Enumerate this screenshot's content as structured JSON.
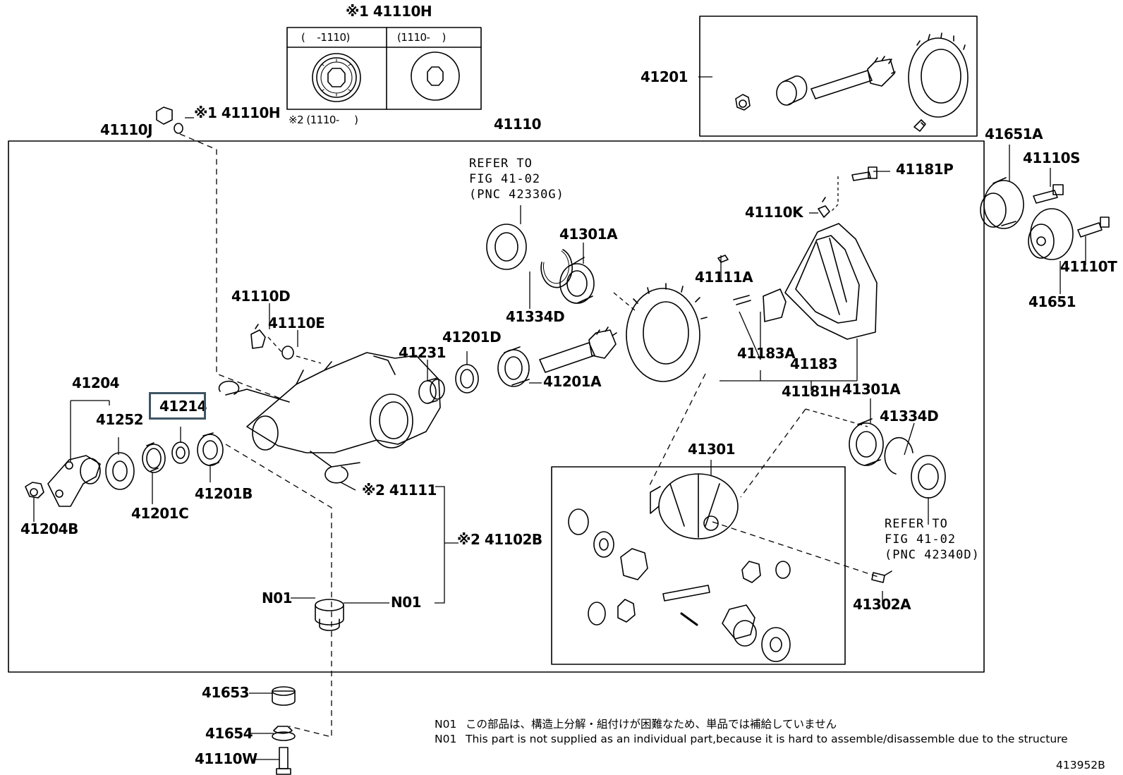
{
  "labels": {
    "p_41110h_top": "※1 41110H",
    "p_41110h": "※1 41110H",
    "p_41110j": "41110J",
    "p_41110": "41110",
    "p_41201": "41201",
    "p_41651a": "41651A",
    "p_41110s": "41110S",
    "p_41110t": "41110T",
    "p_41651": "41651",
    "p_41181p": "41181P",
    "p_41110k": "41110K",
    "p_41301a_top": "41301A",
    "p_41334d_top": "41334D",
    "p_41111a": "41111A",
    "p_41110d": "41110D",
    "p_41110e": "41110E",
    "p_41201d": "41201D",
    "p_41231": "41231",
    "p_41201a": "41201A",
    "p_41183a": "41183A",
    "p_41183": "41183",
    "p_41181h": "41181H",
    "p_41301a": "41301A",
    "p_41334d": "41334D",
    "p_41204": "41204",
    "p_41214": "41214",
    "p_41252": "41252",
    "p_41204b": "41204B",
    "p_41201c": "41201C",
    "p_41201b": "41201B",
    "p_41111": "※2 41111",
    "p_41102b": "※2 41102B",
    "p_41301": "41301",
    "p_41302a": "41302A",
    "p_n01_left": "N01",
    "p_n01_right": "N01",
    "p_41653": "41653",
    "p_41654": "41654",
    "p_41110w": "41110W",
    "range_left": "(    -1110)",
    "range_right": "(1110-    )",
    "range_note": "※2 (1110-     )",
    "refer_top_1": "REFER TO",
    "refer_top_2": "FIG 41-02",
    "refer_top_3": "(PNC 42330G)",
    "refer_bot_1": "REFER TO",
    "refer_bot_2": "FIG 41-02",
    "refer_bot_3": "(PNC 42340D)",
    "note_jp_code": "N01",
    "note_jp_text": "この部品は、構造上分解・組付けが困難なため、単品では補給していません",
    "note_en_code": "N01",
    "note_en_text": "This part is not supplied as an individual part,because it is hard to assemble/disassemble due to the structure",
    "figure_id": "413952B"
  }
}
